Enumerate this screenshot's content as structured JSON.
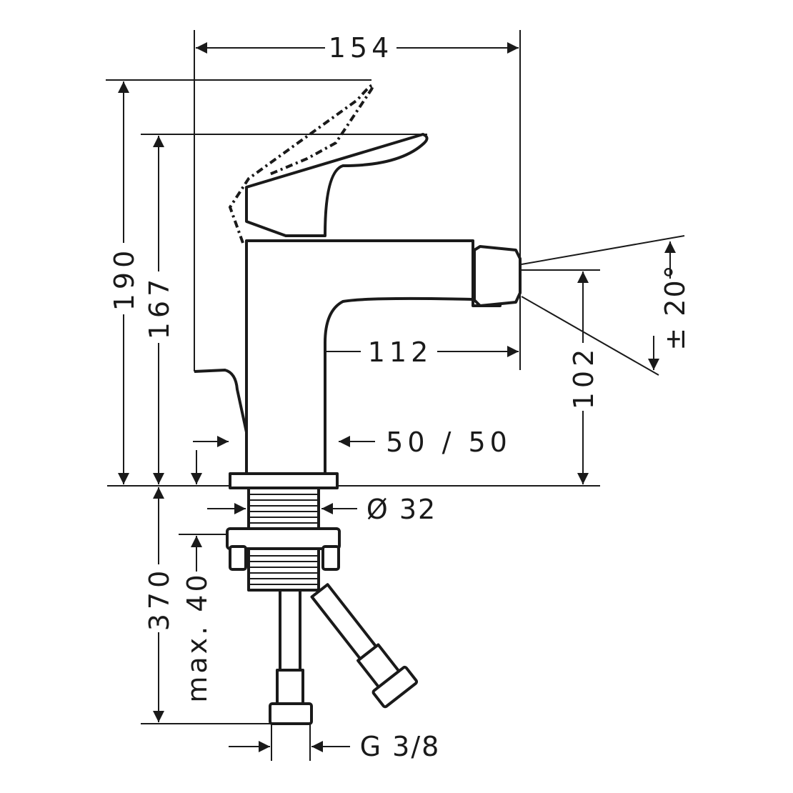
{
  "drawing": {
    "dimensions": {
      "overall_width": "154",
      "max_height_lever_raised": "190",
      "height": "167",
      "spout_reach": "112",
      "spout_outlet_height": "102",
      "spout_angle": "± 20°",
      "offset": "50 / 50",
      "shank_diameter": "Ø 32",
      "hose_length": "370",
      "max_deck_thickness": "max. 40",
      "connection_thread": "G 3/8"
    },
    "line_color": "#1a1a1a",
    "background_color": "#ffffff"
  }
}
